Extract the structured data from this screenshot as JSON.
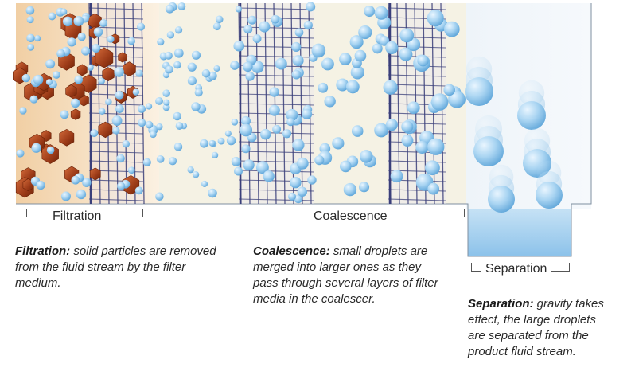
{
  "labels": {
    "filtration": "Filtration",
    "coalescence": "Coalescence",
    "separation": "Separation"
  },
  "descriptions": {
    "filtration": {
      "term": "Filtration:",
      "text": " solid particles are removed from the fluid stream by the filter medium."
    },
    "coalescence": {
      "term": "Coalescence:",
      "text": " small droplets are merged into larger ones as they pass through several layers of filter media in the coalescer."
    },
    "separation": {
      "term": "Separation:",
      "text": " gravity takes effect, the large droplets are separated from the product fluid stream."
    }
  },
  "colors": {
    "droplet": "#8ec6ec",
    "particle": "#a0401c",
    "mesh": "#3a3f7a",
    "zone_filtration": "#f3d9b6",
    "zone_liquid": "#f4f1e2",
    "zone_separation": "#e9f1f8",
    "sump": "#a9d2ef"
  }
}
